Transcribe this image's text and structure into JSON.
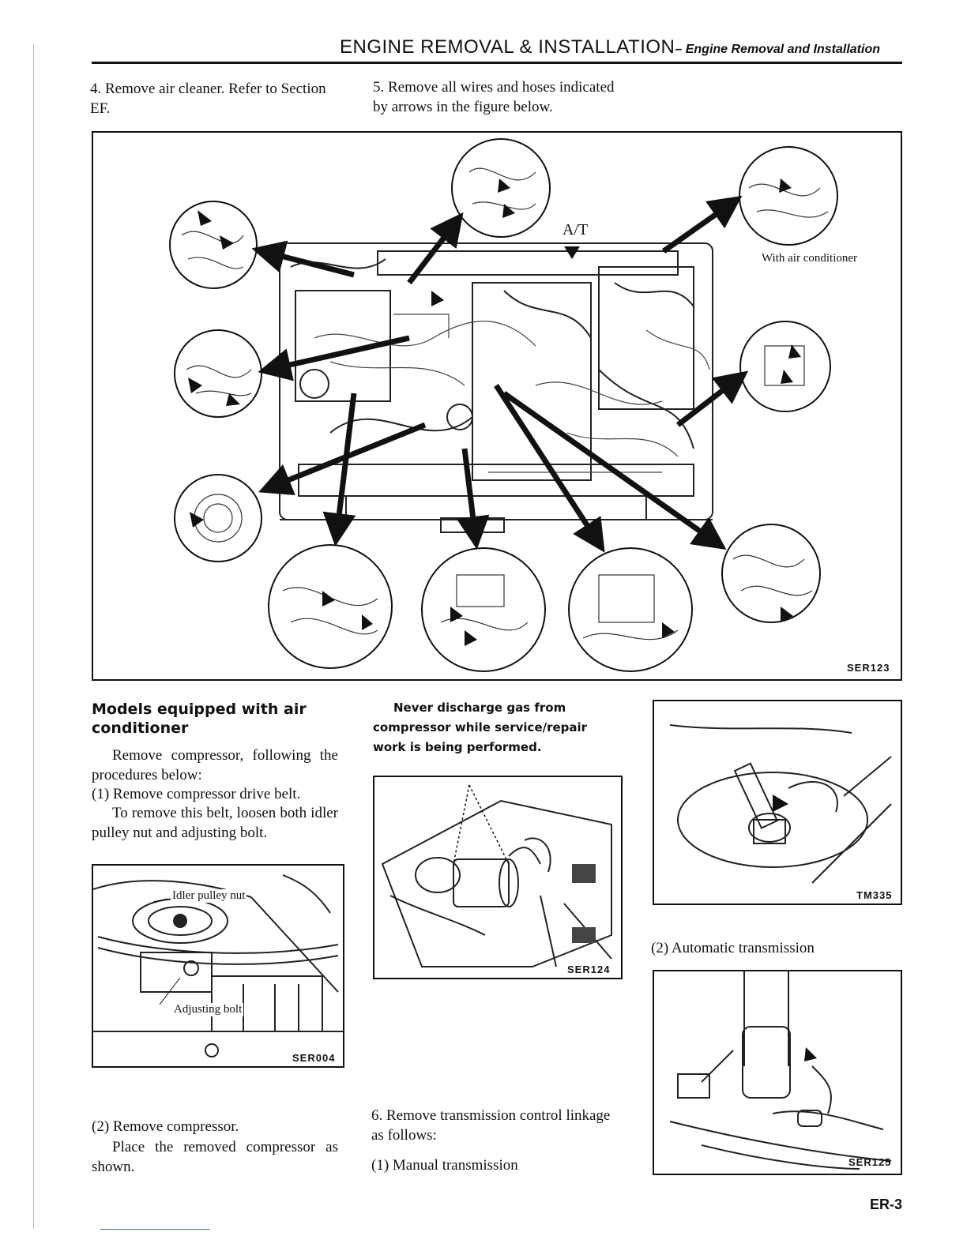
{
  "header": {
    "title": "ENGINE REMOVAL & INSTALLATION",
    "subtitle": "– Engine Removal and Installation"
  },
  "steps": {
    "step4": "4. Remove air cleaner. Refer to Section EF.",
    "step5": "5. Remove all wires and hoses indicated by arrows in the figure below."
  },
  "main_figure": {
    "label_at": "A/T",
    "label_ac": "With air conditioner",
    "code": "SER123"
  },
  "ac_section": {
    "heading": "Models equipped with air conditioner",
    "intro": "Remove compressor, following the procedures below:",
    "step1_title": "(1) Remove compressor drive belt.",
    "step1_body": "To remove this belt, loosen both idler pulley nut and adjusting bolt.",
    "step2_title": "(2) Remove compressor.",
    "step2_body": "Place the removed compressor as shown."
  },
  "fig_belt": {
    "label_idler": "Idler pulley nut",
    "label_adjust": "Adjusting bolt",
    "code": "SER004"
  },
  "warning": "Never discharge gas from compressor while service/repair work is being performed.",
  "fig_compressor": {
    "code": "SER124"
  },
  "step6": {
    "title": "6. Remove transmission control linkage as follows:",
    "manual": "(1) Manual transmission"
  },
  "fig_manual": {
    "code": "TM335"
  },
  "automatic_label": "(2) Automatic transmission",
  "fig_auto": {
    "code": "SER125"
  },
  "page_number": "ER-3"
}
